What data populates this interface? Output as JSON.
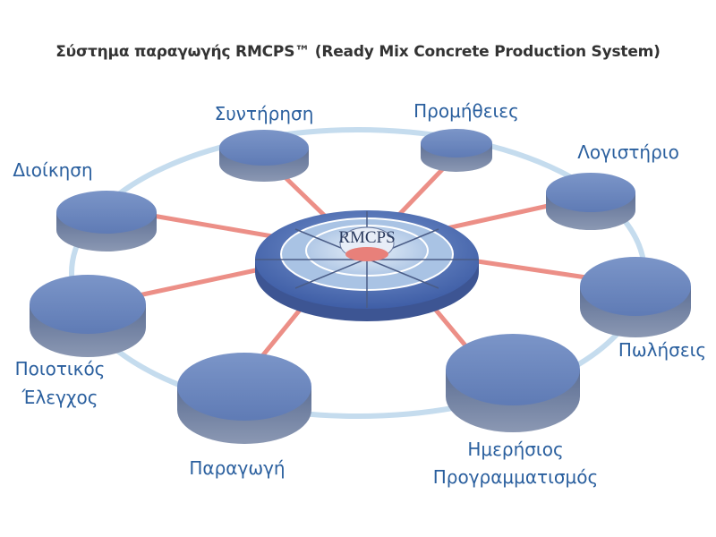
{
  "title": "Σύστημα παραγωγής RMCPS™ (Ready Mix Concrete Production System)",
  "hub": {
    "label": "RMCPS"
  },
  "nodes": [
    {
      "id": "syntirisi",
      "lines": [
        "Συντήρηση"
      ]
    },
    {
      "id": "promitheies",
      "lines": [
        "Προμήθειες"
      ]
    },
    {
      "id": "logistirio",
      "lines": [
        "Λογιστήριο"
      ]
    },
    {
      "id": "dioikisi",
      "lines": [
        "Διοίκηση"
      ]
    },
    {
      "id": "poliseis",
      "lines": [
        "Πωλήσεις"
      ]
    },
    {
      "id": "poiotikos",
      "lines": [
        "Ποιοτικός",
        "Έλεγχος"
      ]
    },
    {
      "id": "paragogi",
      "lines": [
        "Παραγωγή"
      ]
    },
    {
      "id": "imerisios",
      "lines": [
        "Ημερήσιος",
        "Προγραμματισμός"
      ]
    }
  ],
  "colors": {
    "ring": "#c5dcee",
    "spoke": "#ec8f87",
    "disc_top": "#6a85bd",
    "disc_side": "#5b6f96",
    "label": "#2a5f9e",
    "hub_outer": "#4a6ab0",
    "hub_inner": "#a9c3e4"
  }
}
